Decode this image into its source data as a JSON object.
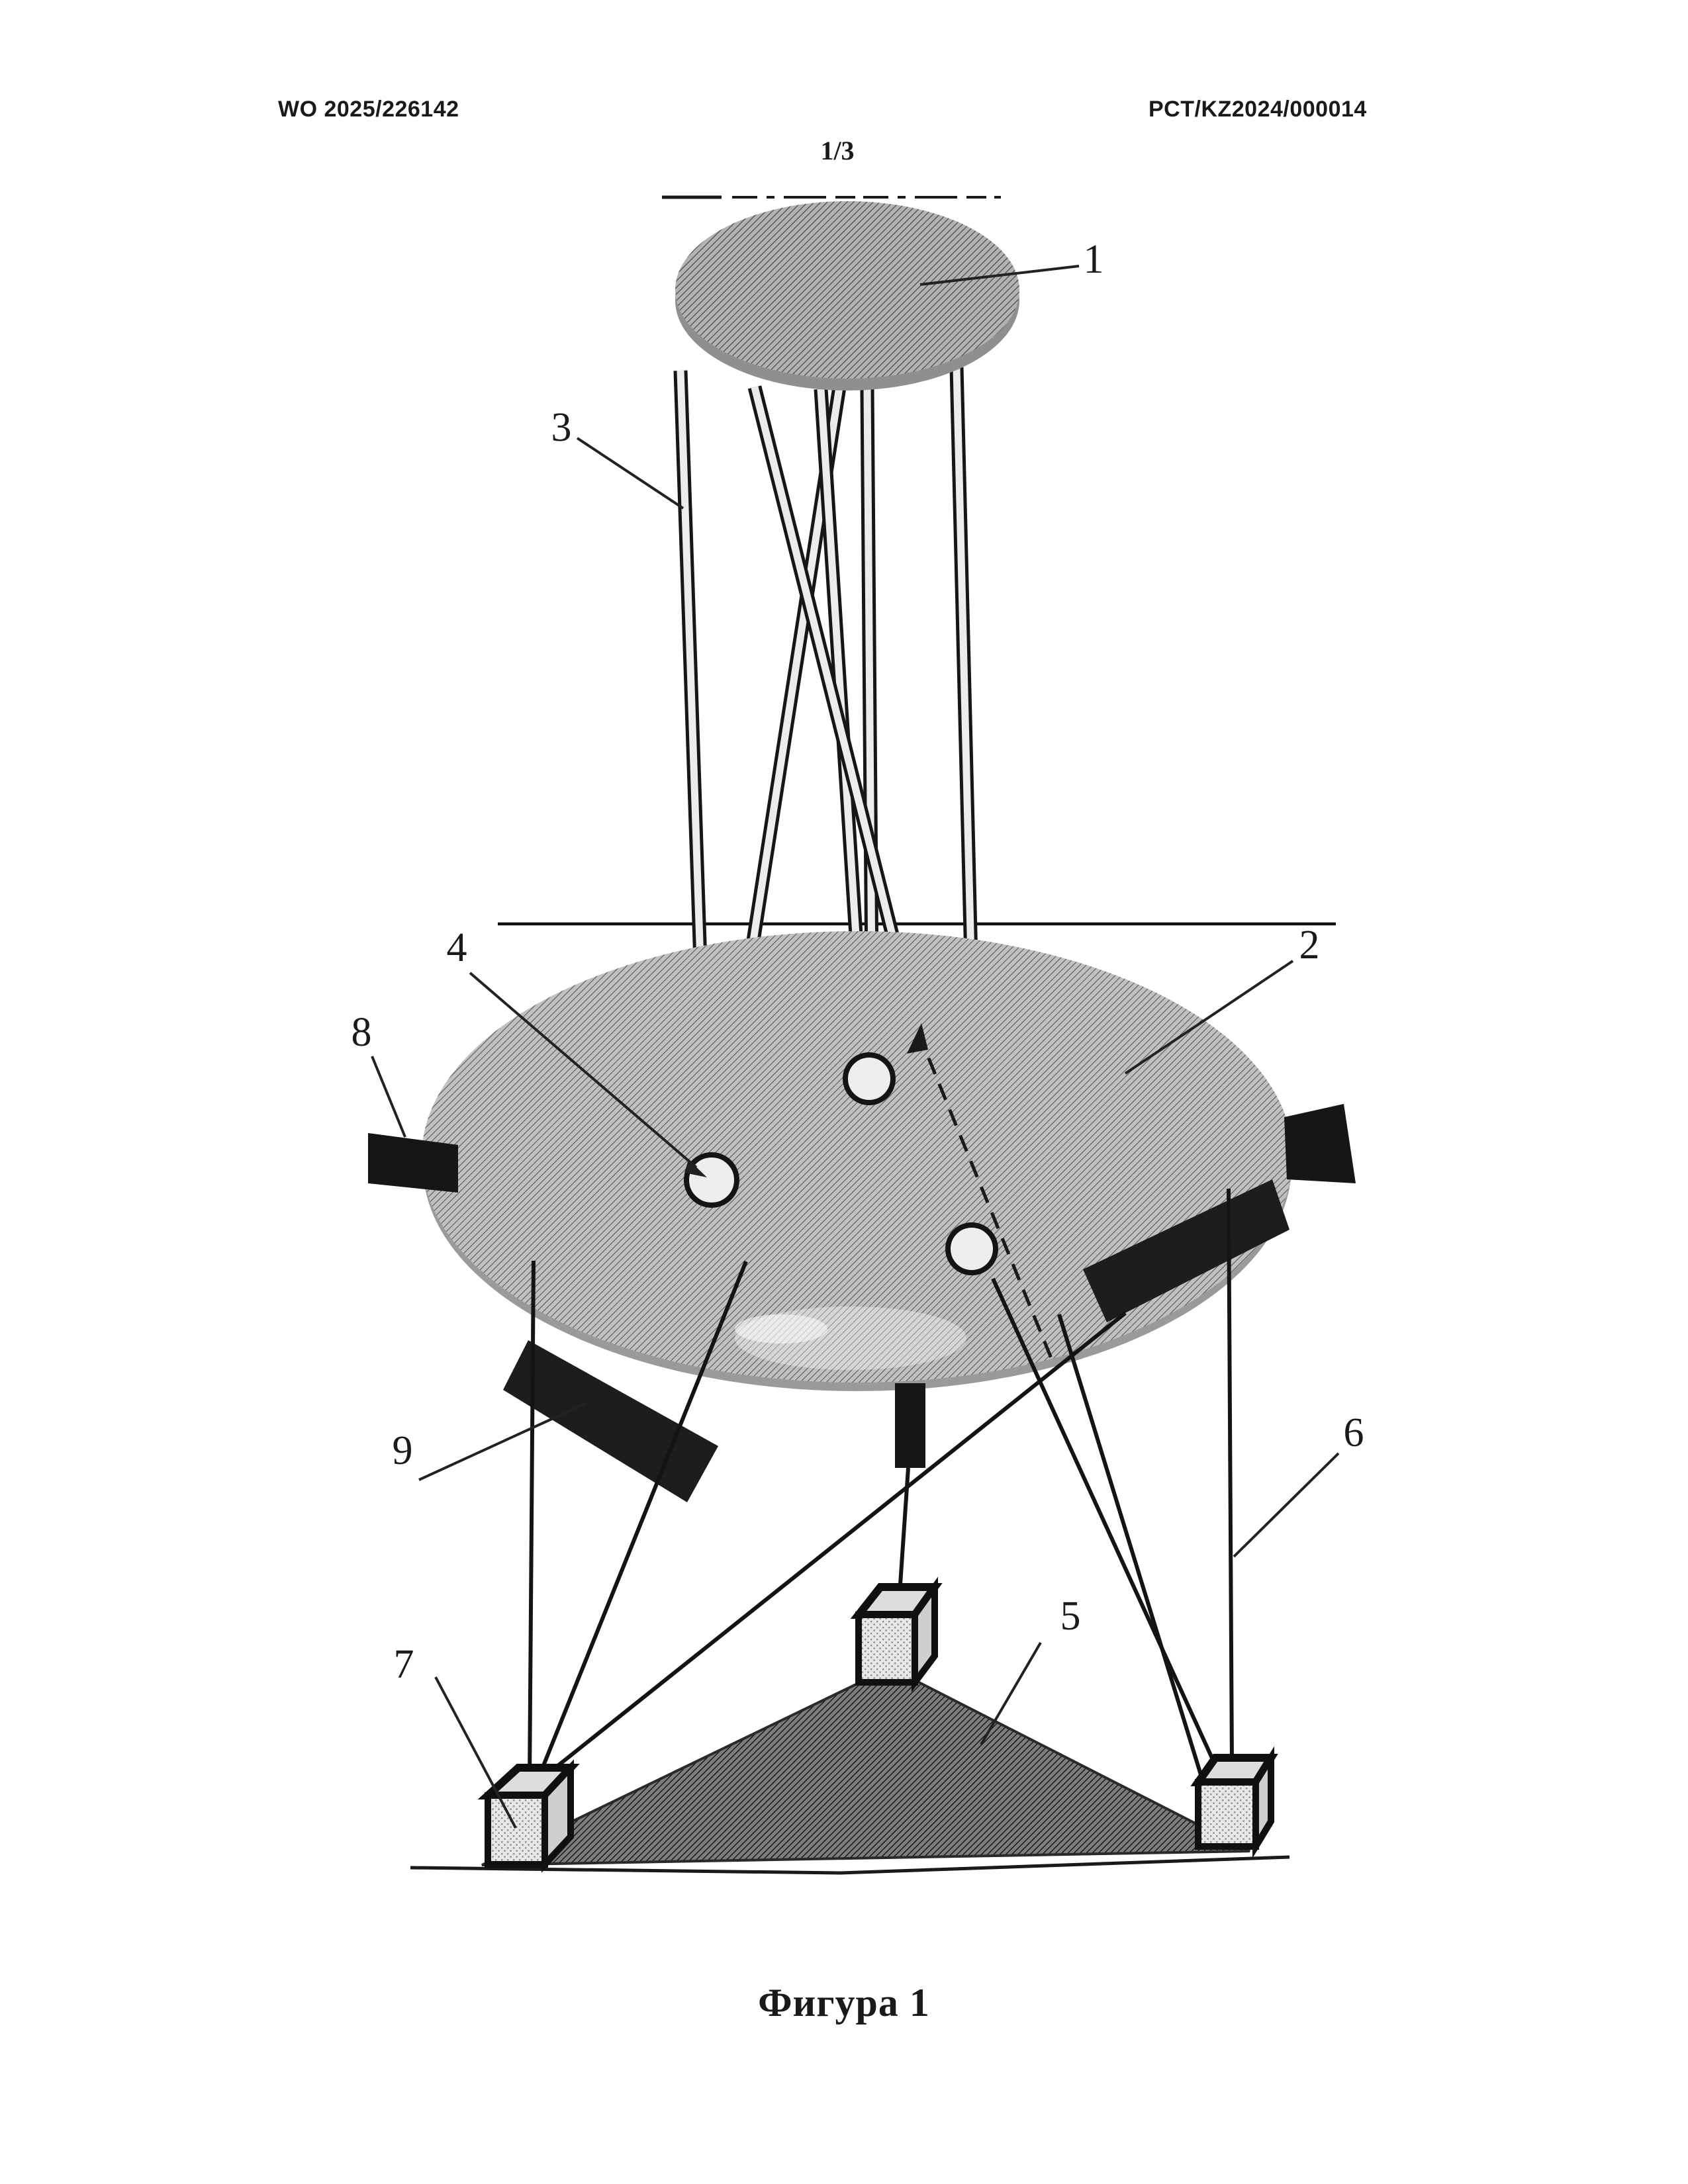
{
  "page": {
    "header_left": "WO 2025/226142",
    "header_right": "PCT/KZ2024/000014",
    "page_number": "1/3",
    "caption": "Фигура 1"
  },
  "figure": {
    "labels": [
      {
        "id": "1",
        "text": "1"
      },
      {
        "id": "2",
        "text": "2"
      },
      {
        "id": "3",
        "text": "3"
      },
      {
        "id": "4",
        "text": "4"
      },
      {
        "id": "5",
        "text": "5"
      },
      {
        "id": "6",
        "text": "6"
      },
      {
        "id": "7",
        "text": "7"
      },
      {
        "id": "8",
        "text": "8"
      },
      {
        "id": "9",
        "text": "9"
      }
    ]
  },
  "colors": {
    "ink": "#1a1a1a",
    "disk_gray": "#b2b2b2",
    "platform_gray": "#c0c0c0",
    "triangle_gray": "#7d7d7d",
    "black_part": "#161616",
    "paper": "#ffffff"
  }
}
